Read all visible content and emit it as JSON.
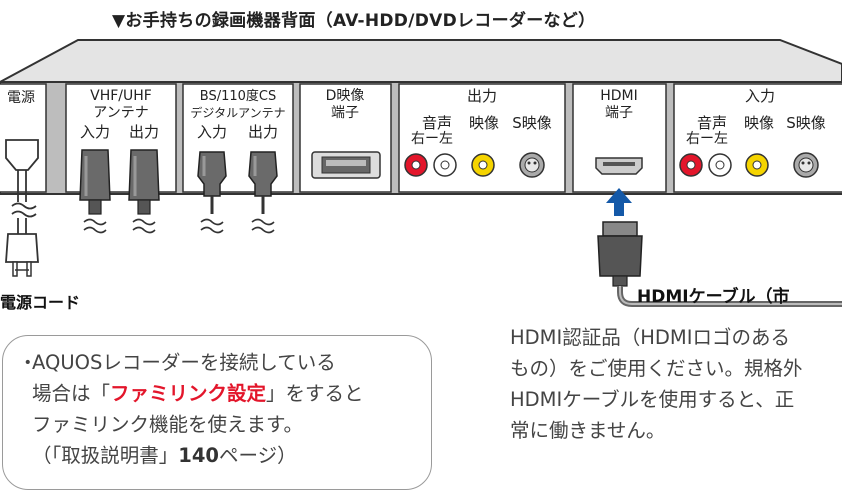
{
  "title": "▼お手持ちの録画機器背面（AV-HDD/DVDレコーダーなど）",
  "panel": {
    "power": "電源",
    "vhf": [
      "VHF/UHF",
      "アンテナ"
    ],
    "vhf_in": "入力",
    "vhf_out": "出力",
    "bs": [
      "BS/110度CS",
      "デジタルアンテナ"
    ],
    "bs_in": "入力",
    "bs_out": "出力",
    "d_video": [
      "D映像",
      "端子"
    ],
    "output": {
      "header": "出力",
      "audio": "音声",
      "audio_sub": "右ー左",
      "video": "映像",
      "svideo": "S映像"
    },
    "hdmi": [
      "HDMI",
      "端子"
    ],
    "input": {
      "header": "入力",
      "audio": "音声",
      "audio_sub": "右ー左",
      "video": "映像",
      "svideo": "S映像"
    }
  },
  "power_cord_label": "電源コード",
  "hdmi_cable_label": "HDMIケーブル（市",
  "note": {
    "bullet": "・",
    "line1": "AQUOSレコーダーを接続している",
    "line2_pre": "場合は「",
    "line2_hl": "ファミリンク設定",
    "line2_post": "」をすると",
    "line3": "ファミリンク機能を使えます。",
    "line4_pre": "（「取扱説明書」",
    "line4_bold": "140",
    "line4_post": "ページ）"
  },
  "hdmi_note": [
    "HDMI認証品（HDMIロゴのある",
    "もの）をご使用ください。規格外",
    "HDMIケーブルを使用すると、正",
    "常に働きません。"
  ],
  "colors": {
    "panel_top": "#e4e4e4",
    "panel_face": "#bdbdbd",
    "label_bg": "#ffffff",
    "audio_red": "#e3162b",
    "video_yellow": "#f5d400",
    "arrow_blue": "#1459a8",
    "highlight_red": "#e3162b"
  }
}
